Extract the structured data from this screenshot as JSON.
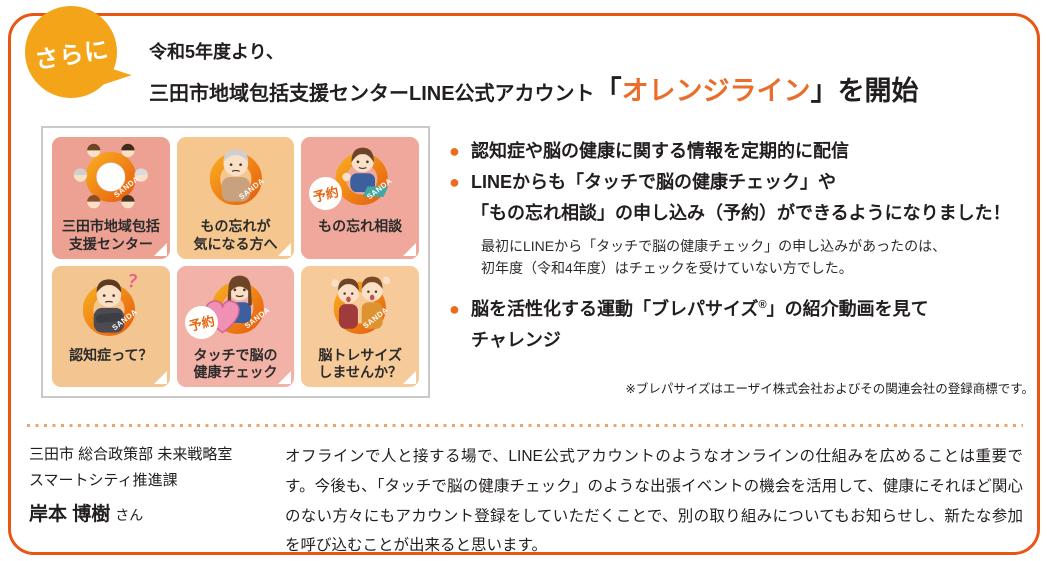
{
  "accent": {
    "border_orange": "#EA5514",
    "badge_orange": "#F3A418",
    "highlight_orange": "#E96E2C",
    "bullet_orange": "#ED6B21",
    "divider_orange": "#F0A469"
  },
  "badge": {
    "label": "さらに"
  },
  "header": {
    "line1": "令和5年度より、",
    "line2_normal": "三田市地域包括支援センターLINE公式アカウント",
    "line2_bracket_open": "「",
    "line2_highlight": "オレンジライン",
    "line2_bracket_close": "」",
    "line2_suffix": "を開始"
  },
  "panel": {
    "ring_label": "SANDA",
    "tiles": [
      {
        "label": "三田市地域包括\n支援センター"
      },
      {
        "label": "もの忘れが\n気になる方へ"
      },
      {
        "label": "もの忘れ相談",
        "badge": "予約"
      },
      {
        "label": "認知症って？",
        "extra": "？"
      },
      {
        "label": "タッチで脳の\n健康チェック",
        "badge": "予約"
      },
      {
        "label": "脳トレサイズ\nしませんか？"
      }
    ]
  },
  "points": {
    "bullet_glyph": "●",
    "bullet1": "認知症や脳の健康に関する情報を定期的に配信",
    "bullet2": "LINEからも「タッチで脳の健康チェック」や\n「もの忘れ相談」の申し込み（予約）ができるようになりました！",
    "note": "最初にLINEから「タッチで脳の健康チェック」の申し込みがあったのは、\n初年度（令和4年度）はチェックを受けていない方でした。",
    "bullet3_pre": "脳を活性化する運動「ブレパサイズ",
    "bullet3_sup": "®",
    "bullet3_post": "」の紹介動画を見て\nチャレンジ",
    "trademark": "※ブレパサイズはエーザイ株式会社およびその関連会社の登録商標です。"
  },
  "footer": {
    "affiliation_line1": "三田市 総合政策部 未来戦略室",
    "affiliation_line2": "スマートシティ推進課",
    "person_name": "岸本 博樹",
    "honorific": "さん",
    "quote": "オフラインで人と接する場で、LINE公式アカウントのようなオンラインの仕組みを広めることは重要です。今後も、「タッチで脳の健康チェック」のような出張イベントの機会を活用して、健康にそれほど関心のない方々にもアカウント登録をしていただくことで、別の取り組みについてもお知らせし、新たな参加を呼び込むことが出来ると思います。"
  }
}
